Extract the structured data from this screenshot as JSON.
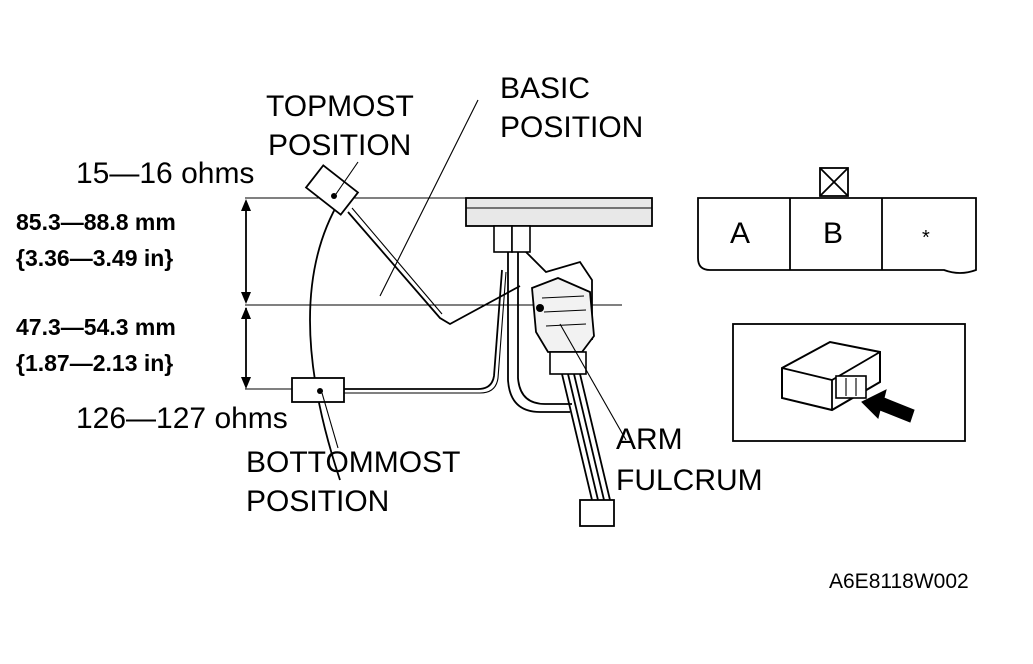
{
  "labels": {
    "topmost_line1": "TOPMOST",
    "topmost_line2": "POSITION",
    "basic_line1": "BASIC",
    "basic_line2": "POSITION",
    "bottommost_line1": "BOTTOMMOST",
    "bottommost_line2": "POSITION",
    "arm_fulcrum_line1": "ARM",
    "arm_fulcrum_line2": "FULCRUM"
  },
  "resistance": {
    "top": "15—16 ohms",
    "bottom": "126—127 ohms"
  },
  "dimensions": {
    "upper_mm": "85.3—88.8 mm",
    "upper_in": "{3.36—3.49 in}",
    "lower_mm": "47.3—54.3 mm",
    "lower_in": "{1.87—2.13 in}"
  },
  "connector": {
    "terminal_a": "A",
    "terminal_b": "B",
    "terminal_c": "*"
  },
  "figure_code": "A6E8118W002"
}
